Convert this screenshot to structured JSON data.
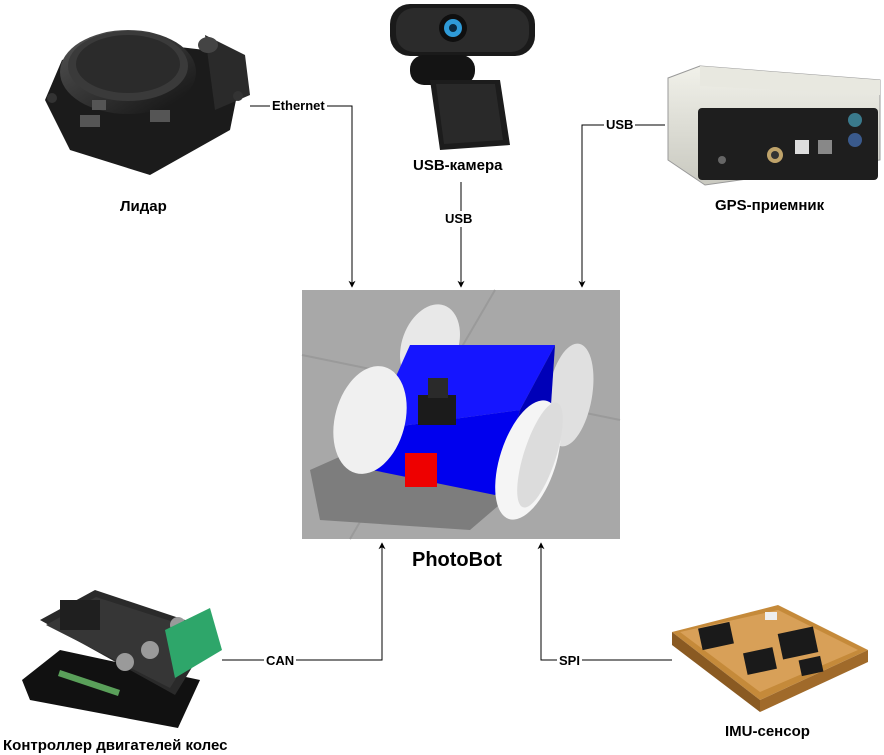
{
  "title": "PhotoBot",
  "nodes": {
    "lidar": {
      "label": "Лидар",
      "icon": "lidar-device"
    },
    "camera": {
      "label": "USB-камера",
      "icon": "webcam"
    },
    "gps": {
      "label": "GPS-приемник",
      "icon": "gps-receiver-box"
    },
    "controller": {
      "label": "Контроллер двигателей колес",
      "icon": "motor-controller-board"
    },
    "imu": {
      "label": "IMU-сенсор",
      "icon": "imu-chip-module"
    },
    "robot": {
      "icon": "robot-render"
    }
  },
  "edges": {
    "lidar": {
      "label": "Ethernet"
    },
    "camera": {
      "label": "USB"
    },
    "gps": {
      "label": "USB"
    },
    "controller": {
      "label": "CAN"
    },
    "imu": {
      "label": "SPI"
    }
  },
  "colors": {
    "robot_body": "#0000ee",
    "robot_led": "#ee0000",
    "sim_background": "#a8a8a8",
    "line": "#000000"
  }
}
